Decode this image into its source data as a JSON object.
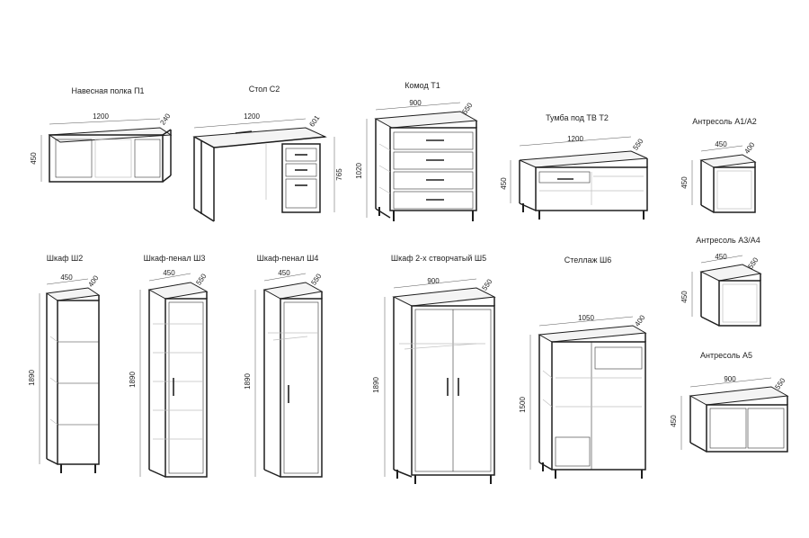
{
  "items": {
    "p1": {
      "title": "Навесная полка П1",
      "width": "1200",
      "depth": "240",
      "height": "450"
    },
    "c2": {
      "title": "Стол С2",
      "width": "1200",
      "depth": "601",
      "height": "765"
    },
    "t1": {
      "title": "Комод Т1",
      "width": "900",
      "depth": "550",
      "height": "1020"
    },
    "t2": {
      "title": "Тумба под ТВ Т2",
      "width": "1200",
      "depth": "550",
      "height": "450"
    },
    "a12": {
      "title": "Антресоль А1/А2",
      "width": "450",
      "depth": "400",
      "height": "450"
    },
    "sh2": {
      "title": "Шкаф Ш2",
      "width": "450",
      "depth": "400",
      "height": "1890"
    },
    "sh3": {
      "title": "Шкаф-пенал Ш3",
      "width": "450",
      "depth": "550",
      "height": "1890"
    },
    "sh4": {
      "title": "Шкаф-пенал Ш4",
      "width": "450",
      "depth": "550",
      "height": "1890"
    },
    "sh5": {
      "title": "Шкаф 2-х створчатый Ш5",
      "width": "900",
      "depth": "550",
      "height": "1890"
    },
    "sh6": {
      "title": "Стеллаж Ш6",
      "width": "1050",
      "depth": "400",
      "height": "1500"
    },
    "a34": {
      "title": "Антресоль А3/А4",
      "width": "450",
      "depth": "550",
      "height": "450"
    },
    "a5": {
      "title": "Антресоль А5",
      "width": "900",
      "depth": "550",
      "height": "450"
    }
  }
}
